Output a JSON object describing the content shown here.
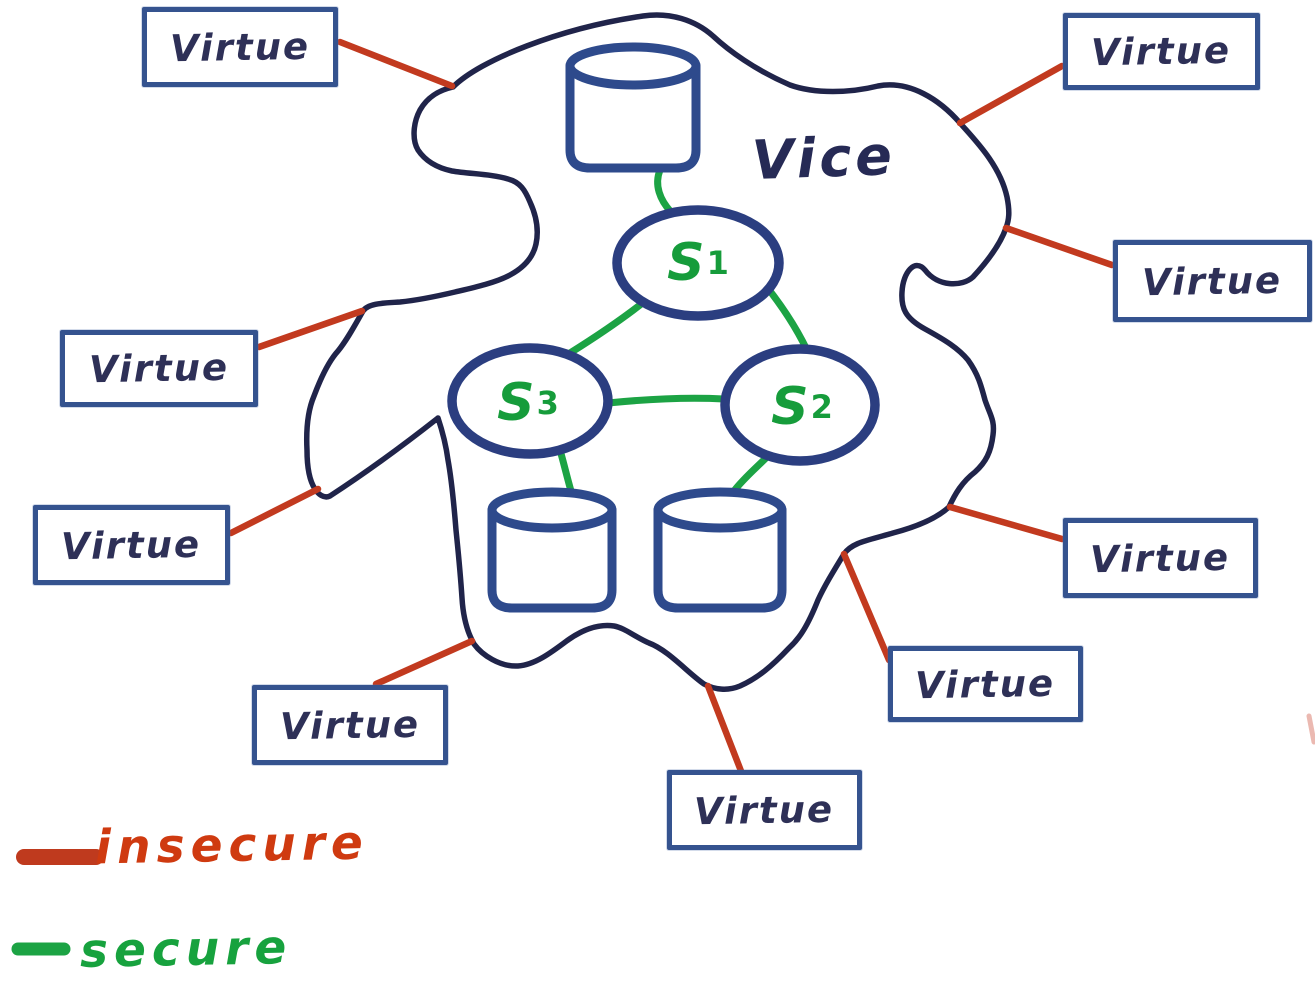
{
  "region": {
    "label": "Vice"
  },
  "servers": [
    {
      "name": "S1",
      "label": "S",
      "sub": "1"
    },
    {
      "name": "S2",
      "label": "S",
      "sub": "2"
    },
    {
      "name": "S3",
      "label": "S",
      "sub": "3"
    }
  ],
  "virtue_nodes": [
    {
      "label": "Virtue"
    },
    {
      "label": "Virtue"
    },
    {
      "label": "Virtue"
    },
    {
      "label": "Virtue"
    },
    {
      "label": "Virtue"
    },
    {
      "label": "Virtue"
    },
    {
      "label": "Virtue"
    },
    {
      "label": "Virtue"
    },
    {
      "label": "Virtue"
    }
  ],
  "databases": {
    "count": 3
  },
  "edges": {
    "insecure_lines": 9,
    "secure_lines": 6
  },
  "legend": {
    "items": [
      {
        "label": "insecure",
        "color": "#c23a1f"
      },
      {
        "label": "secure",
        "color": "#1ca344"
      }
    ]
  },
  "colors": {
    "boundary_navy": "#20244a",
    "node_border_blue": "#35538f",
    "server_ellipse_blue": "#2b3e80",
    "secure_green": "#1ca344",
    "insecure_red": "#c23a1f",
    "text_navy": "#2e3057",
    "background": "#ffffff"
  }
}
